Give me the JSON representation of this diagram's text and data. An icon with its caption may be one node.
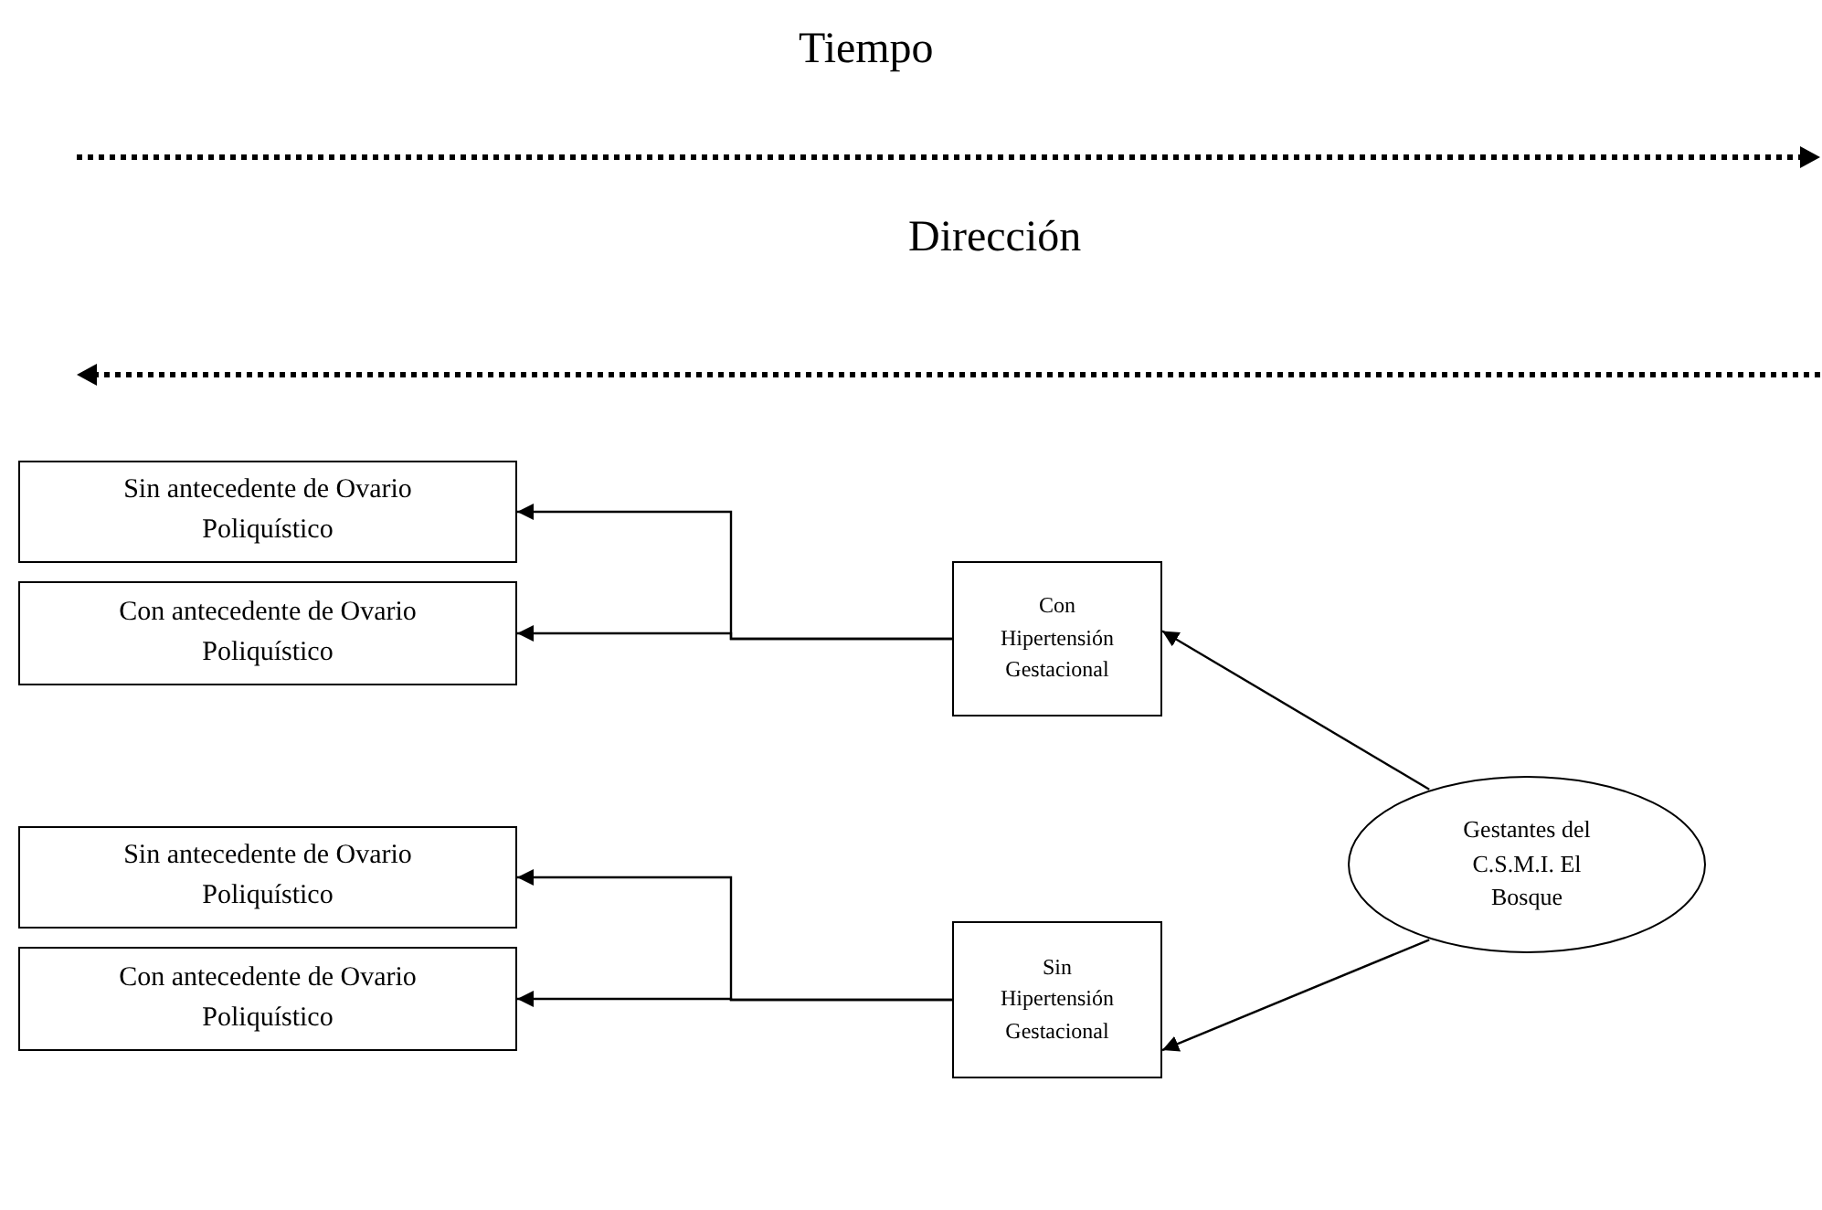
{
  "diagram": {
    "nodes": [
      {
        "text": [
          "Sin antecedente de Ovario Poliquístico"
        ]
      },
      {
        "text": [
          "Con antecedente de Ovario Poliquístico"
        ]
      },
      {
        "text": [
          "Con Hipertensión Gestacional"
        ]
      },
      {
        "text": [
          "Gestantes del C.S.M.I. El Bosque"
        ]
      },
      {
        "text": [
          "Sin antecedente de Ovario Poliquístico"
        ]
      },
      {
        "text": [
          "Con antecedente de Ovario Poliquístico"
        ]
      },
      {
        "text": [
          "Sin Hipertensión Gestacional"
        ]
      }
    ],
    "edges": [
      {
        "from": 3,
        "to": 2,
        "arrow": "to"
      },
      {
        "from": 3,
        "to": 6,
        "arrow": "to"
      },
      {
        "from": 2,
        "to": 0,
        "arrow": "to"
      },
      {
        "from": 2,
        "to": 1,
        "arrow": "to"
      },
      {
        "from": 6,
        "to": 4,
        "arrow": "to"
      },
      {
        "from": 6,
        "to": 5,
        "arrow": "to"
      }
    ],
    "labels": [
      "Tiempo",
      "Dirección"
    ]
  }
}
